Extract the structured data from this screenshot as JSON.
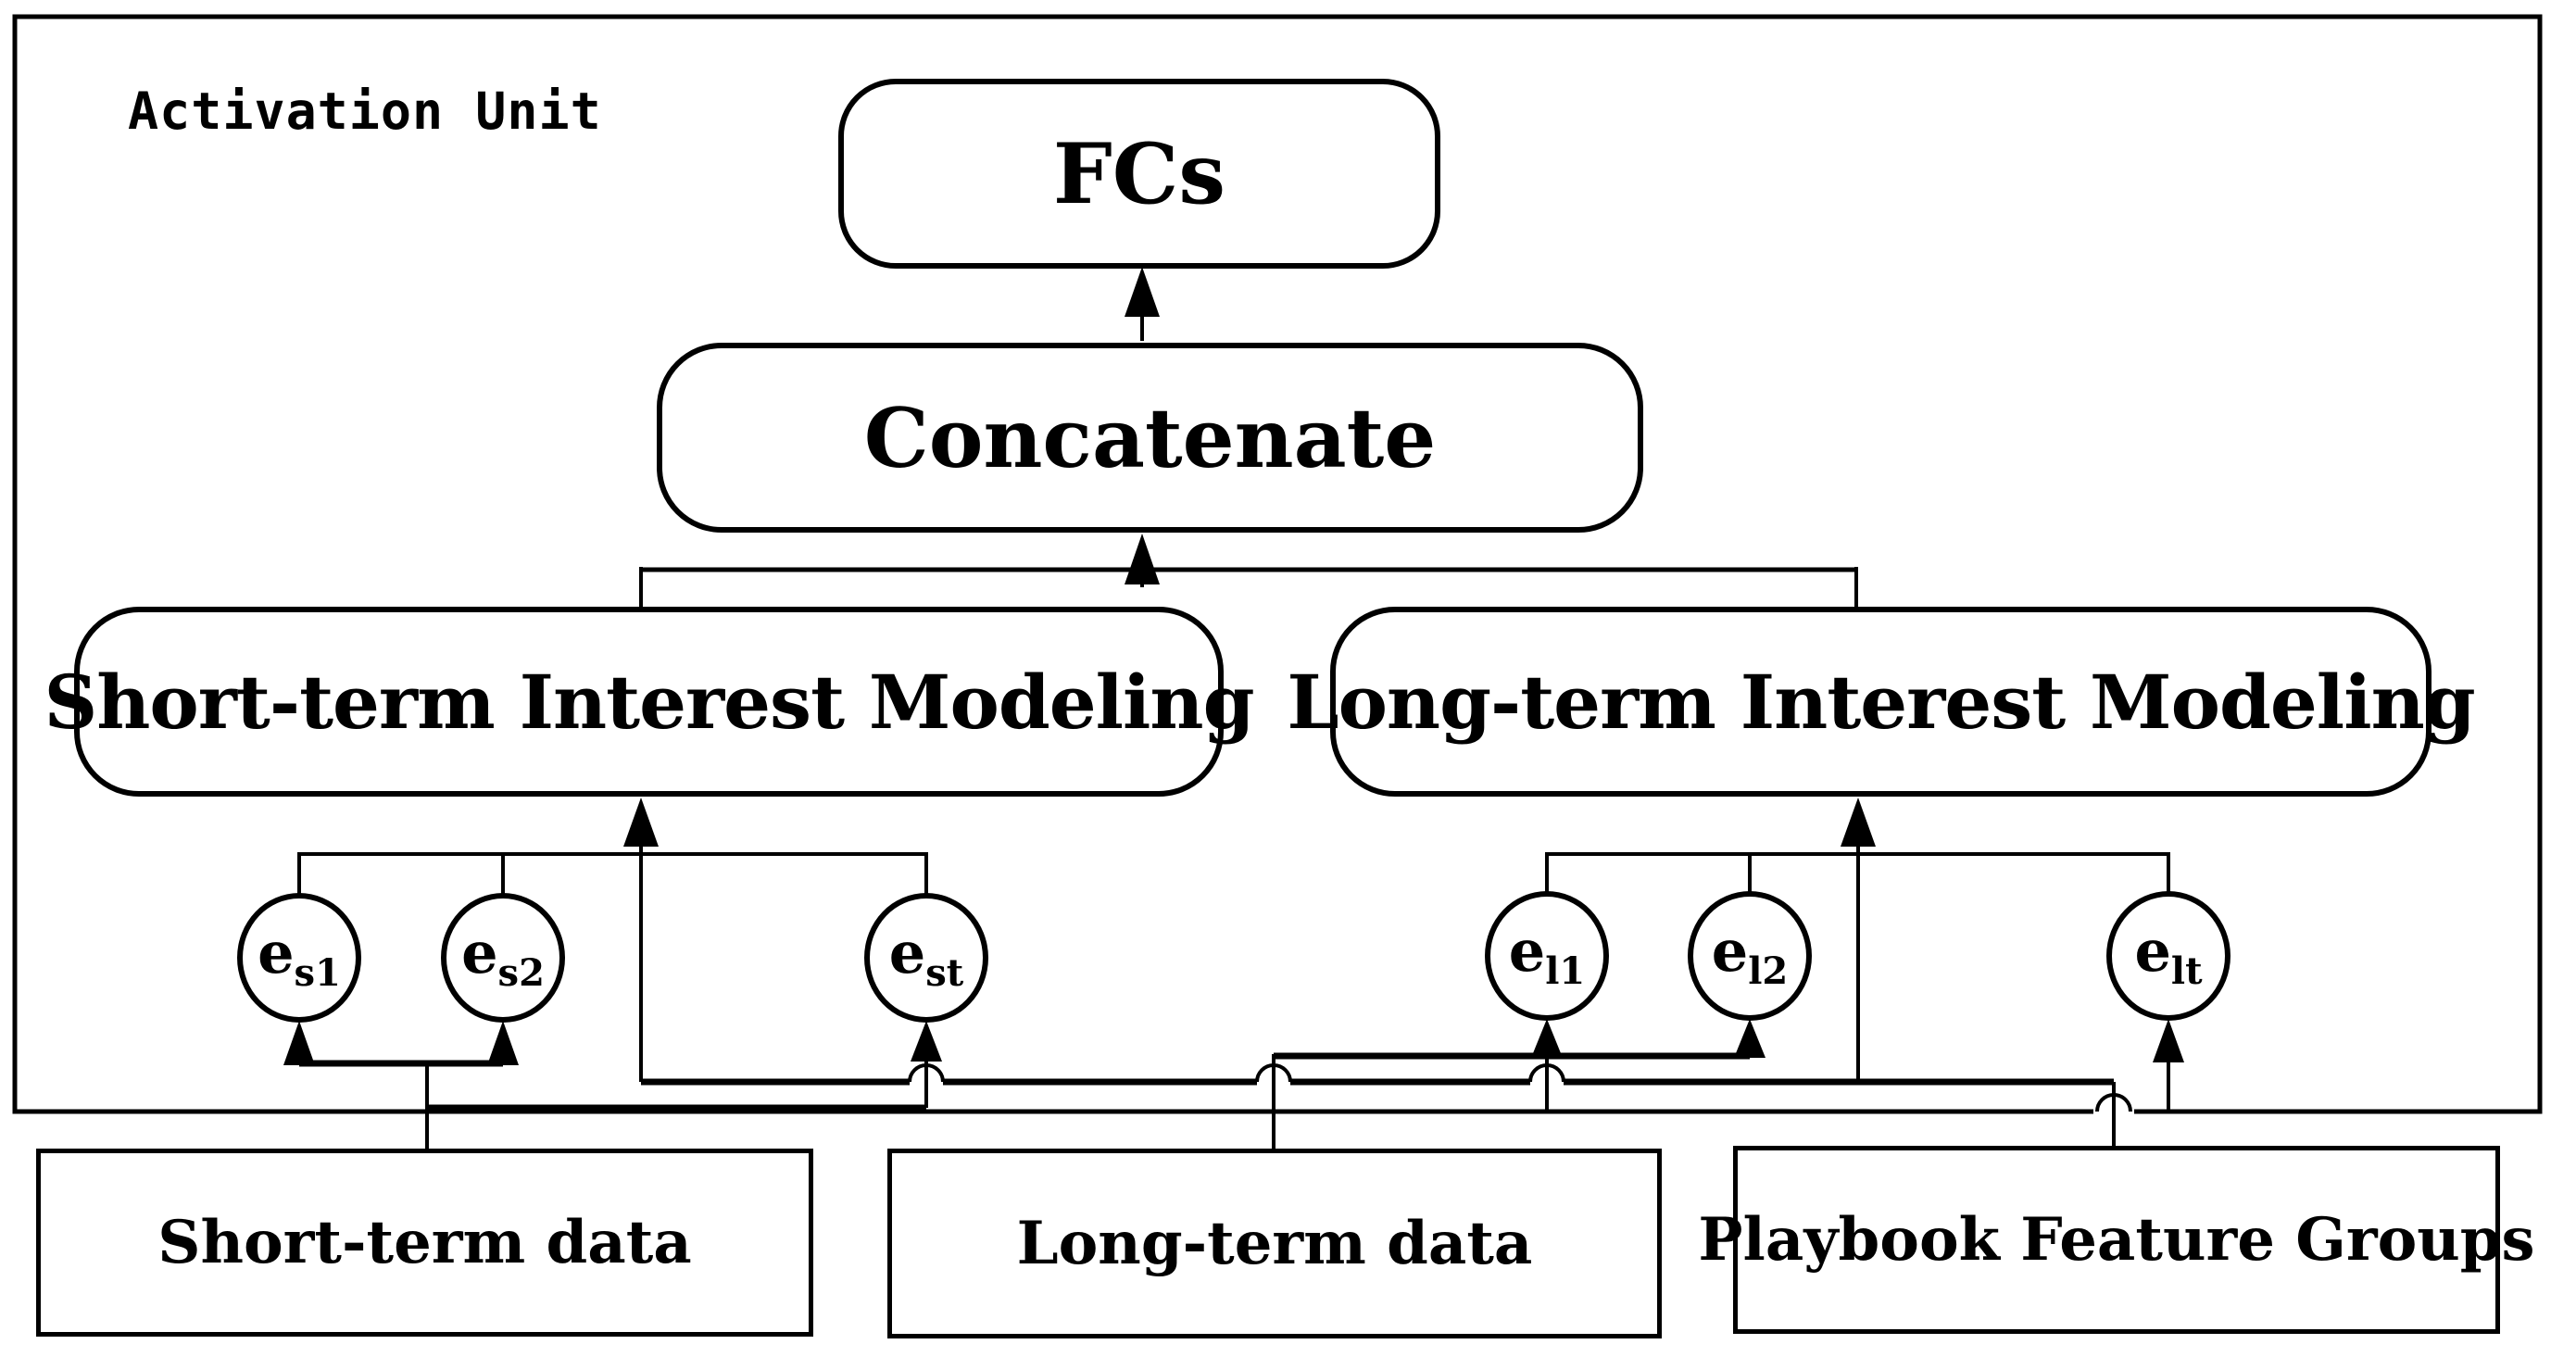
{
  "diagram": {
    "title": "Activation Unit",
    "ink_color": "#000000",
    "background_color": "#ffffff"
  },
  "nodes": {
    "fcs": {
      "label": "FCs"
    },
    "concatenate": {
      "label": "Concatenate"
    },
    "short_term_modeling": {
      "label": "Short-term Interest Modeling"
    },
    "long_term_modeling": {
      "label": "Long-term Interest Modeling"
    }
  },
  "embeddings": [
    {
      "base": "e",
      "sub": "s1"
    },
    {
      "base": "e",
      "sub": "s2"
    },
    {
      "base": "e",
      "sub": "st"
    },
    {
      "base": "e",
      "sub": "l1"
    },
    {
      "base": "e",
      "sub": "l2"
    },
    {
      "base": "e",
      "sub": "lt"
    }
  ],
  "data_sources": [
    {
      "label": "Short-term data"
    },
    {
      "label": "Long-term data"
    },
    {
      "label": "Playbook Feature Groups"
    }
  ]
}
